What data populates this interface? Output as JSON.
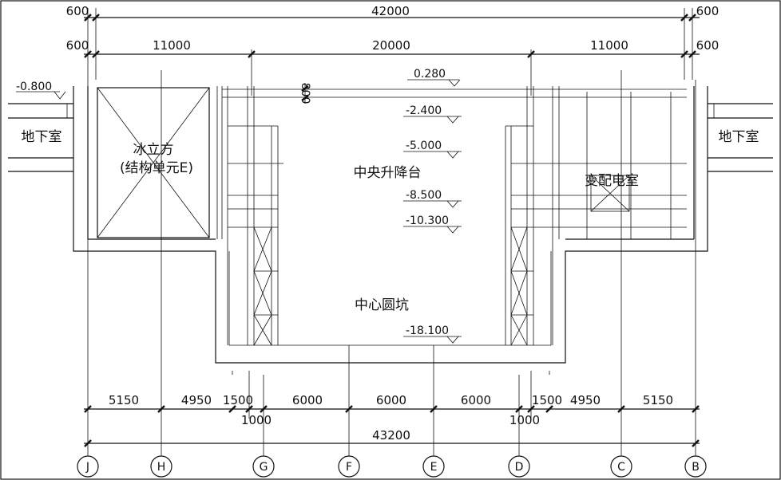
{
  "dimensions": {
    "top_total": "42000",
    "top_left_edge": "600",
    "top_right_edge": "600",
    "top2_left_edge": "600",
    "top2_right_edge": "600",
    "top2_left": "11000",
    "top2_center": "20000",
    "top2_right": "11000",
    "vertical_800": "800",
    "bottom_segments": [
      "5150",
      "4950",
      "1500",
      "6000",
      "6000",
      "6000",
      "1500",
      "4950",
      "5150"
    ],
    "bottom_small_left": "1000",
    "bottom_small_right": "1000",
    "bottom_total": "43200"
  },
  "levels": {
    "basement_level": "-0.800",
    "l1": "0.280",
    "l2": "-2.400",
    "l3": "-5.000",
    "l4": "-8.500",
    "l5": "-10.300",
    "l6": "-18.100"
  },
  "rooms": {
    "basement_left": "地下室",
    "basement_right": "地下室",
    "ice_cube": "冰立方",
    "ice_cube_sub": "(结构单元E)",
    "central_lift": "中央升降台",
    "substation": "变配电室",
    "central_pit": "中心圆坑"
  },
  "axes": [
    "J",
    "H",
    "G",
    "F",
    "E",
    "D",
    "C",
    "B"
  ]
}
